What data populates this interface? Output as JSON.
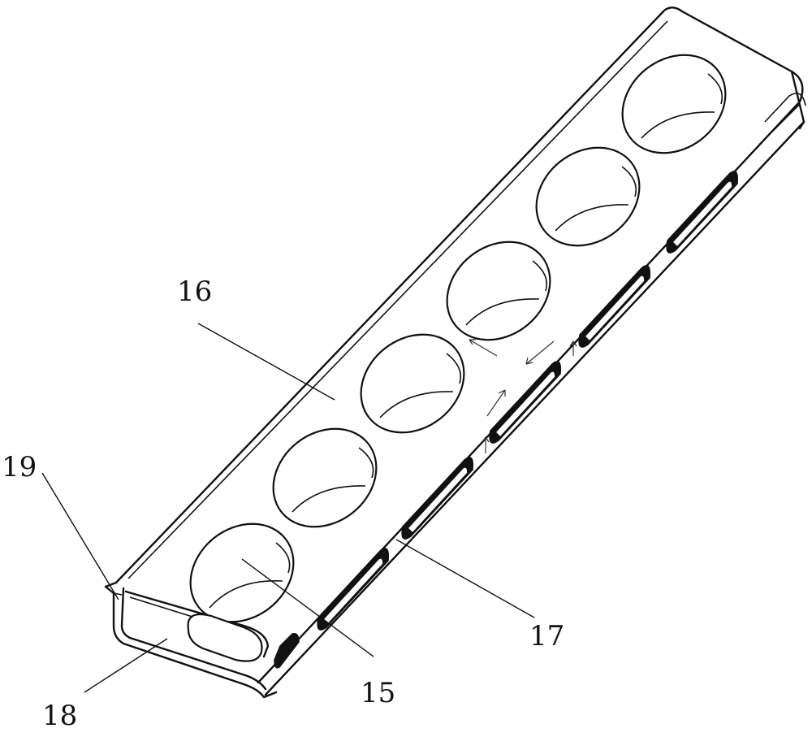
{
  "figure": {
    "labels": {
      "l15": "15",
      "l16": "16",
      "l17": "17",
      "l18": "18",
      "l19": "19"
    }
  }
}
